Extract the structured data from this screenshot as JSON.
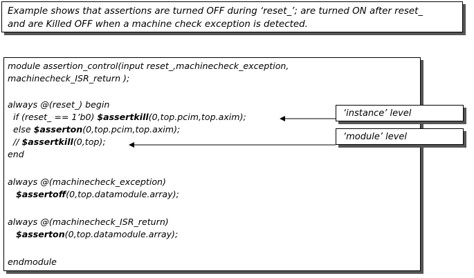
{
  "caption": {
    "line1": "Example shows that assertions are turned OFF during ‘reset_’; are turned ON after reset_",
    "line2": "and are Killed OFF when a machine check exception is detected."
  },
  "code": [
    {
      "parts": [
        {
          "t": "module assertion_control(input reset_,machinecheck_exception,",
          "b": false
        }
      ]
    },
    {
      "parts": [
        {
          "t": "machinecheck_ISR_return );",
          "b": false
        }
      ]
    },
    {
      "parts": []
    },
    {
      "parts": [
        {
          "t": "always @(reset_) begin",
          "b": false
        }
      ]
    },
    {
      "parts": [
        {
          "t": "  if (reset_ == 1’b0) ",
          "b": false
        },
        {
          "t": "$assertkill",
          "b": true
        },
        {
          "t": "(0,top.pcim,top.axim);",
          "b": false
        }
      ]
    },
    {
      "parts": [
        {
          "t": "  else ",
          "b": false
        },
        {
          "t": "$asserton",
          "b": true
        },
        {
          "t": "(0,top.pcim,top.axim);",
          "b": false
        }
      ]
    },
    {
      "parts": [
        {
          "t": "  // ",
          "b": false
        },
        {
          "t": "$assertkill",
          "b": true
        },
        {
          "t": "(0,top);",
          "b": false
        }
      ]
    },
    {
      "parts": [
        {
          "t": "end",
          "b": false
        }
      ]
    },
    {
      "parts": []
    },
    {
      "parts": [
        {
          "t": "always @(machinecheck_exception)",
          "b": false
        }
      ]
    },
    {
      "parts": [
        {
          "t": "   ",
          "b": false
        },
        {
          "t": "$assertoff",
          "b": true
        },
        {
          "t": "(0,top.datamodule.array);",
          "b": false
        }
      ]
    },
    {
      "parts": []
    },
    {
      "parts": [
        {
          "t": "always @(machinecheck_ISR_return)",
          "b": false
        }
      ]
    },
    {
      "parts": [
        {
          "t": "   ",
          "b": false
        },
        {
          "t": "$asserton",
          "b": true
        },
        {
          "t": "(0,top.datamodule.array);",
          "b": false
        }
      ]
    },
    {
      "parts": []
    },
    {
      "parts": [
        {
          "t": "endmodule",
          "b": false
        }
      ]
    }
  ],
  "labels": {
    "instance": "‘instance’ level",
    "module": "‘module’ level"
  }
}
